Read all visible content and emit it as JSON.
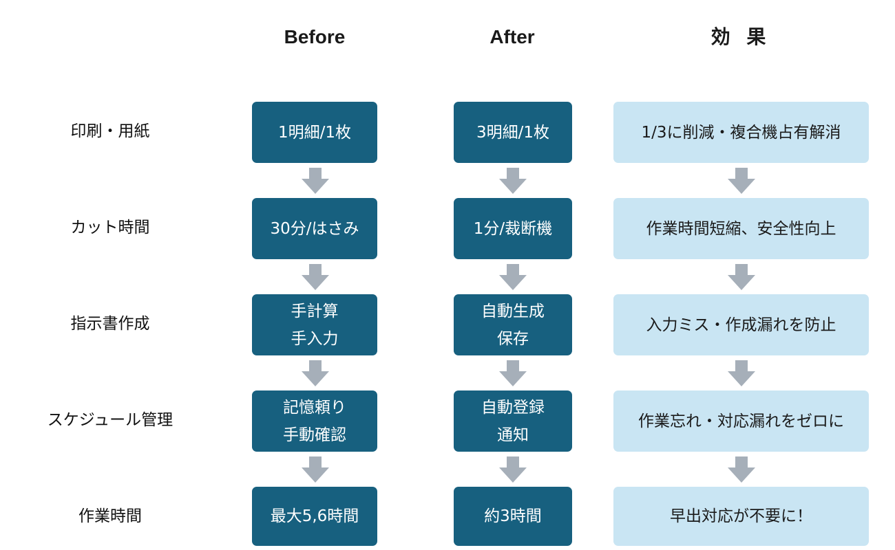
{
  "headers": {
    "before": "Before",
    "after": "After",
    "effect": "効 果"
  },
  "rows": [
    {
      "label": "印刷・用紙",
      "before": [
        "1明細/1枚"
      ],
      "after": [
        "3明細/1枚"
      ],
      "effect": "1/3に削減・複合機占有解消"
    },
    {
      "label": "カット時間",
      "before": [
        "30分/はさみ"
      ],
      "after": [
        "1分/裁断機"
      ],
      "effect": "作業時間短縮、安全性向上"
    },
    {
      "label": "指示書作成",
      "before": [
        "手計算",
        "手入力"
      ],
      "after": [
        "自動生成",
        "保存"
      ],
      "effect": "入力ミス・作成漏れを防止"
    },
    {
      "label": "スケジュール管理",
      "before": [
        "記憶頼り",
        "手動確認"
      ],
      "after": [
        "自動登録",
        "通知"
      ],
      "effect": "作業忘れ・対応漏れをゼロに"
    },
    {
      "label": "作業時間",
      "before": [
        "最大5,6時間"
      ],
      "after": [
        "約3時間"
      ],
      "effect": "早出対応が不要に！"
    }
  ],
  "colors": {
    "dark_box": "#17607f",
    "light_box": "#c9e5f3",
    "arrow": "#a6afb9"
  },
  "icons": {
    "arrow": "down-arrow-icon"
  }
}
